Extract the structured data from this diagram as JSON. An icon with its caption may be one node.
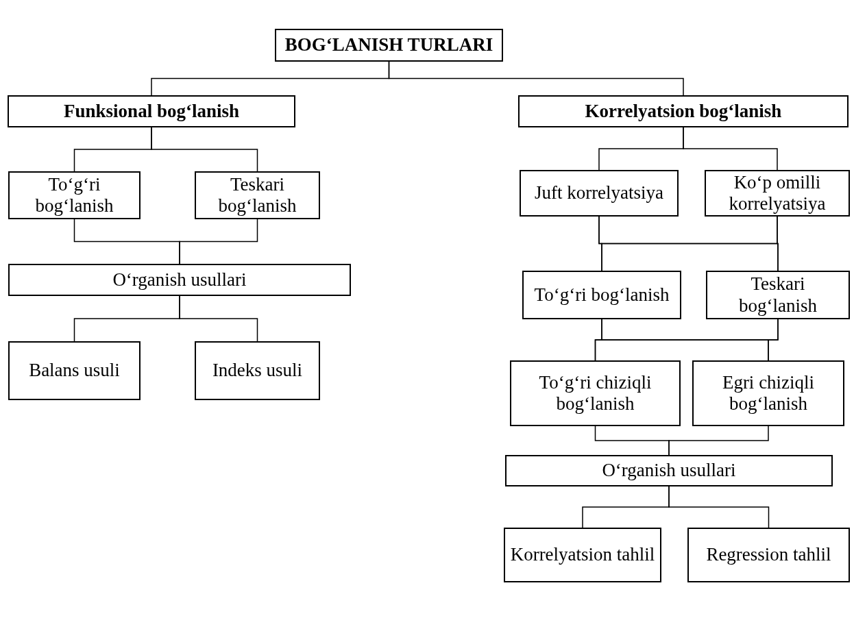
{
  "diagram": {
    "nodes": [
      {
        "text": [
          "BOG‘LANISH TURLARI"
        ]
      },
      {
        "text": [
          "Funksional bog‘lanish"
        ]
      },
      {
        "text": [
          "Korrelyatsion bog‘lanish"
        ]
      },
      {
        "text": [
          "To‘g‘ri bog‘lanish"
        ]
      },
      {
        "text": [
          "Teskari bog‘lanish"
        ]
      },
      {
        "text": [
          "O‘rganish usullari"
        ]
      },
      {
        "text": [
          "Balans usuli"
        ]
      },
      {
        "text": [
          "Indeks usuli"
        ]
      },
      {
        "text": [
          "Juft korrelyatsiya"
        ]
      },
      {
        "text": [
          "Ko‘p omilli korrelyatsiya"
        ]
      },
      {
        "text": [
          "To‘g‘ri bog‘lanish"
        ]
      },
      {
        "text": [
          "Teskari bog‘lanish"
        ]
      },
      {
        "text": [
          "To‘g‘ri chiziqli bog‘lanish"
        ]
      },
      {
        "text": [
          "Egri chiziqli bog‘lanish"
        ]
      },
      {
        "text": [
          "O‘rganish usullari"
        ]
      },
      {
        "text": [
          "Korrelyatsion tahlil"
        ]
      },
      {
        "text": [
          "Regression tahlil"
        ]
      }
    ],
    "edges": [
      {
        "from": 0,
        "to": 1,
        "arrow": "none"
      },
      {
        "from": 0,
        "to": 2,
        "arrow": "none"
      },
      {
        "from": 1,
        "to": 3,
        "arrow": "none"
      },
      {
        "from": 1,
        "to": 4,
        "arrow": "none"
      },
      {
        "from": 3,
        "to": 5,
        "arrow": "none"
      },
      {
        "from": 4,
        "to": 5,
        "arrow": "none"
      },
      {
        "from": 5,
        "to": 6,
        "arrow": "none"
      },
      {
        "from": 5,
        "to": 7,
        "arrow": "none"
      },
      {
        "from": 2,
        "to": 8,
        "arrow": "none"
      },
      {
        "from": 2,
        "to": 9,
        "arrow": "none"
      },
      {
        "from": 8,
        "to": 10,
        "arrow": "none"
      },
      {
        "from": 8,
        "to": 11,
        "arrow": "none"
      },
      {
        "from": 9,
        "to": 10,
        "arrow": "none"
      },
      {
        "from": 9,
        "to": 11,
        "arrow": "none"
      },
      {
        "from": 10,
        "to": 12,
        "arrow": "none"
      },
      {
        "from": 10,
        "to": 13,
        "arrow": "none"
      },
      {
        "from": 11,
        "to": 12,
        "arrow": "none"
      },
      {
        "from": 11,
        "to": 13,
        "arrow": "none"
      },
      {
        "from": 12,
        "to": 14,
        "arrow": "none"
      },
      {
        "from": 13,
        "to": 14,
        "arrow": "none"
      },
      {
        "from": 14,
        "to": 15,
        "arrow": "none"
      },
      {
        "from": 14,
        "to": 16,
        "arrow": "none"
      }
    ]
  }
}
